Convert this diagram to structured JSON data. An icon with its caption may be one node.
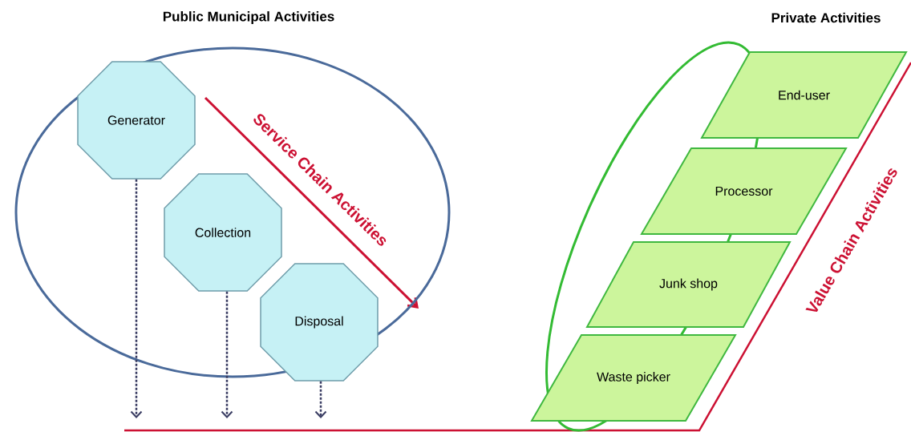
{
  "diagram": {
    "nodes": [
      {
        "text": [
          "Public Municipal Activities"
        ]
      },
      {
        "text": [
          "Generator"
        ],
        "in": 0
      },
      {
        "text": [
          "Collection"
        ],
        "in": 0
      },
      {
        "text": [
          "Disposal"
        ],
        "in": 0
      },
      {
        "text": [
          "Private Activities"
        ]
      },
      {
        "text": [
          "End-user"
        ]
      },
      {
        "text": [
          "Processor"
        ]
      },
      {
        "text": [
          "Junk shop"
        ]
      },
      {
        "text": [
          "Waste picker"
        ]
      }
    ],
    "edges": [
      {
        "from": 1,
        "to": null,
        "arrow": "to",
        "style": "dashed"
      },
      {
        "from": 2,
        "to": null,
        "arrow": "to",
        "style": "dashed"
      },
      {
        "from": 3,
        "to": null,
        "arrow": "to",
        "style": "dashed"
      }
    ],
    "labels": [
      "Service Chain Activities",
      "Value Chain Activities"
    ]
  }
}
